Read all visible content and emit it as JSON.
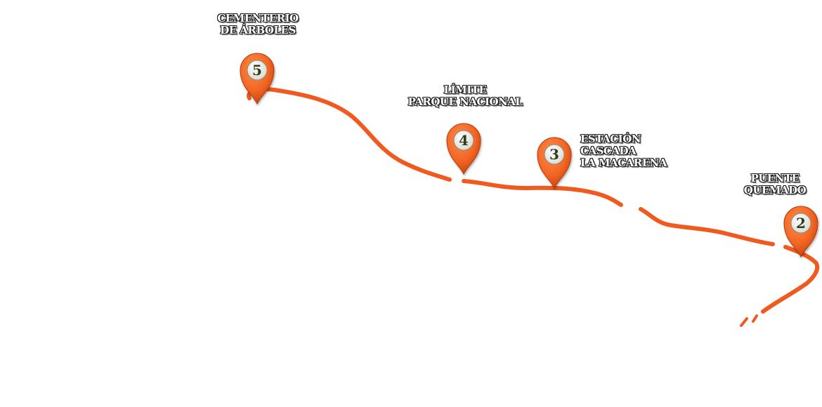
{
  "colors": {
    "route": "#f05a1e",
    "marker": "#f26522",
    "marker_dark": "#c2410c",
    "badge_fill": "#f2f2ec",
    "badge_text": "#2e3a1f"
  },
  "stops": [
    {
      "number": "5",
      "label_lines": [
        "CEMENTERIO",
        "DE ÁRBOLES"
      ]
    },
    {
      "number": "4",
      "label_lines": [
        "LÍMITE",
        "PARQUE NACIONAL"
      ]
    },
    {
      "number": "3",
      "label_lines": [
        "ESTACIÓN",
        "CASCADA",
        "LA MACARENA"
      ]
    },
    {
      "number": "2",
      "label_lines": [
        "PUENTE",
        "QUEMADO"
      ]
    }
  ],
  "icons": {
    "marker": "map-pin-icon"
  }
}
